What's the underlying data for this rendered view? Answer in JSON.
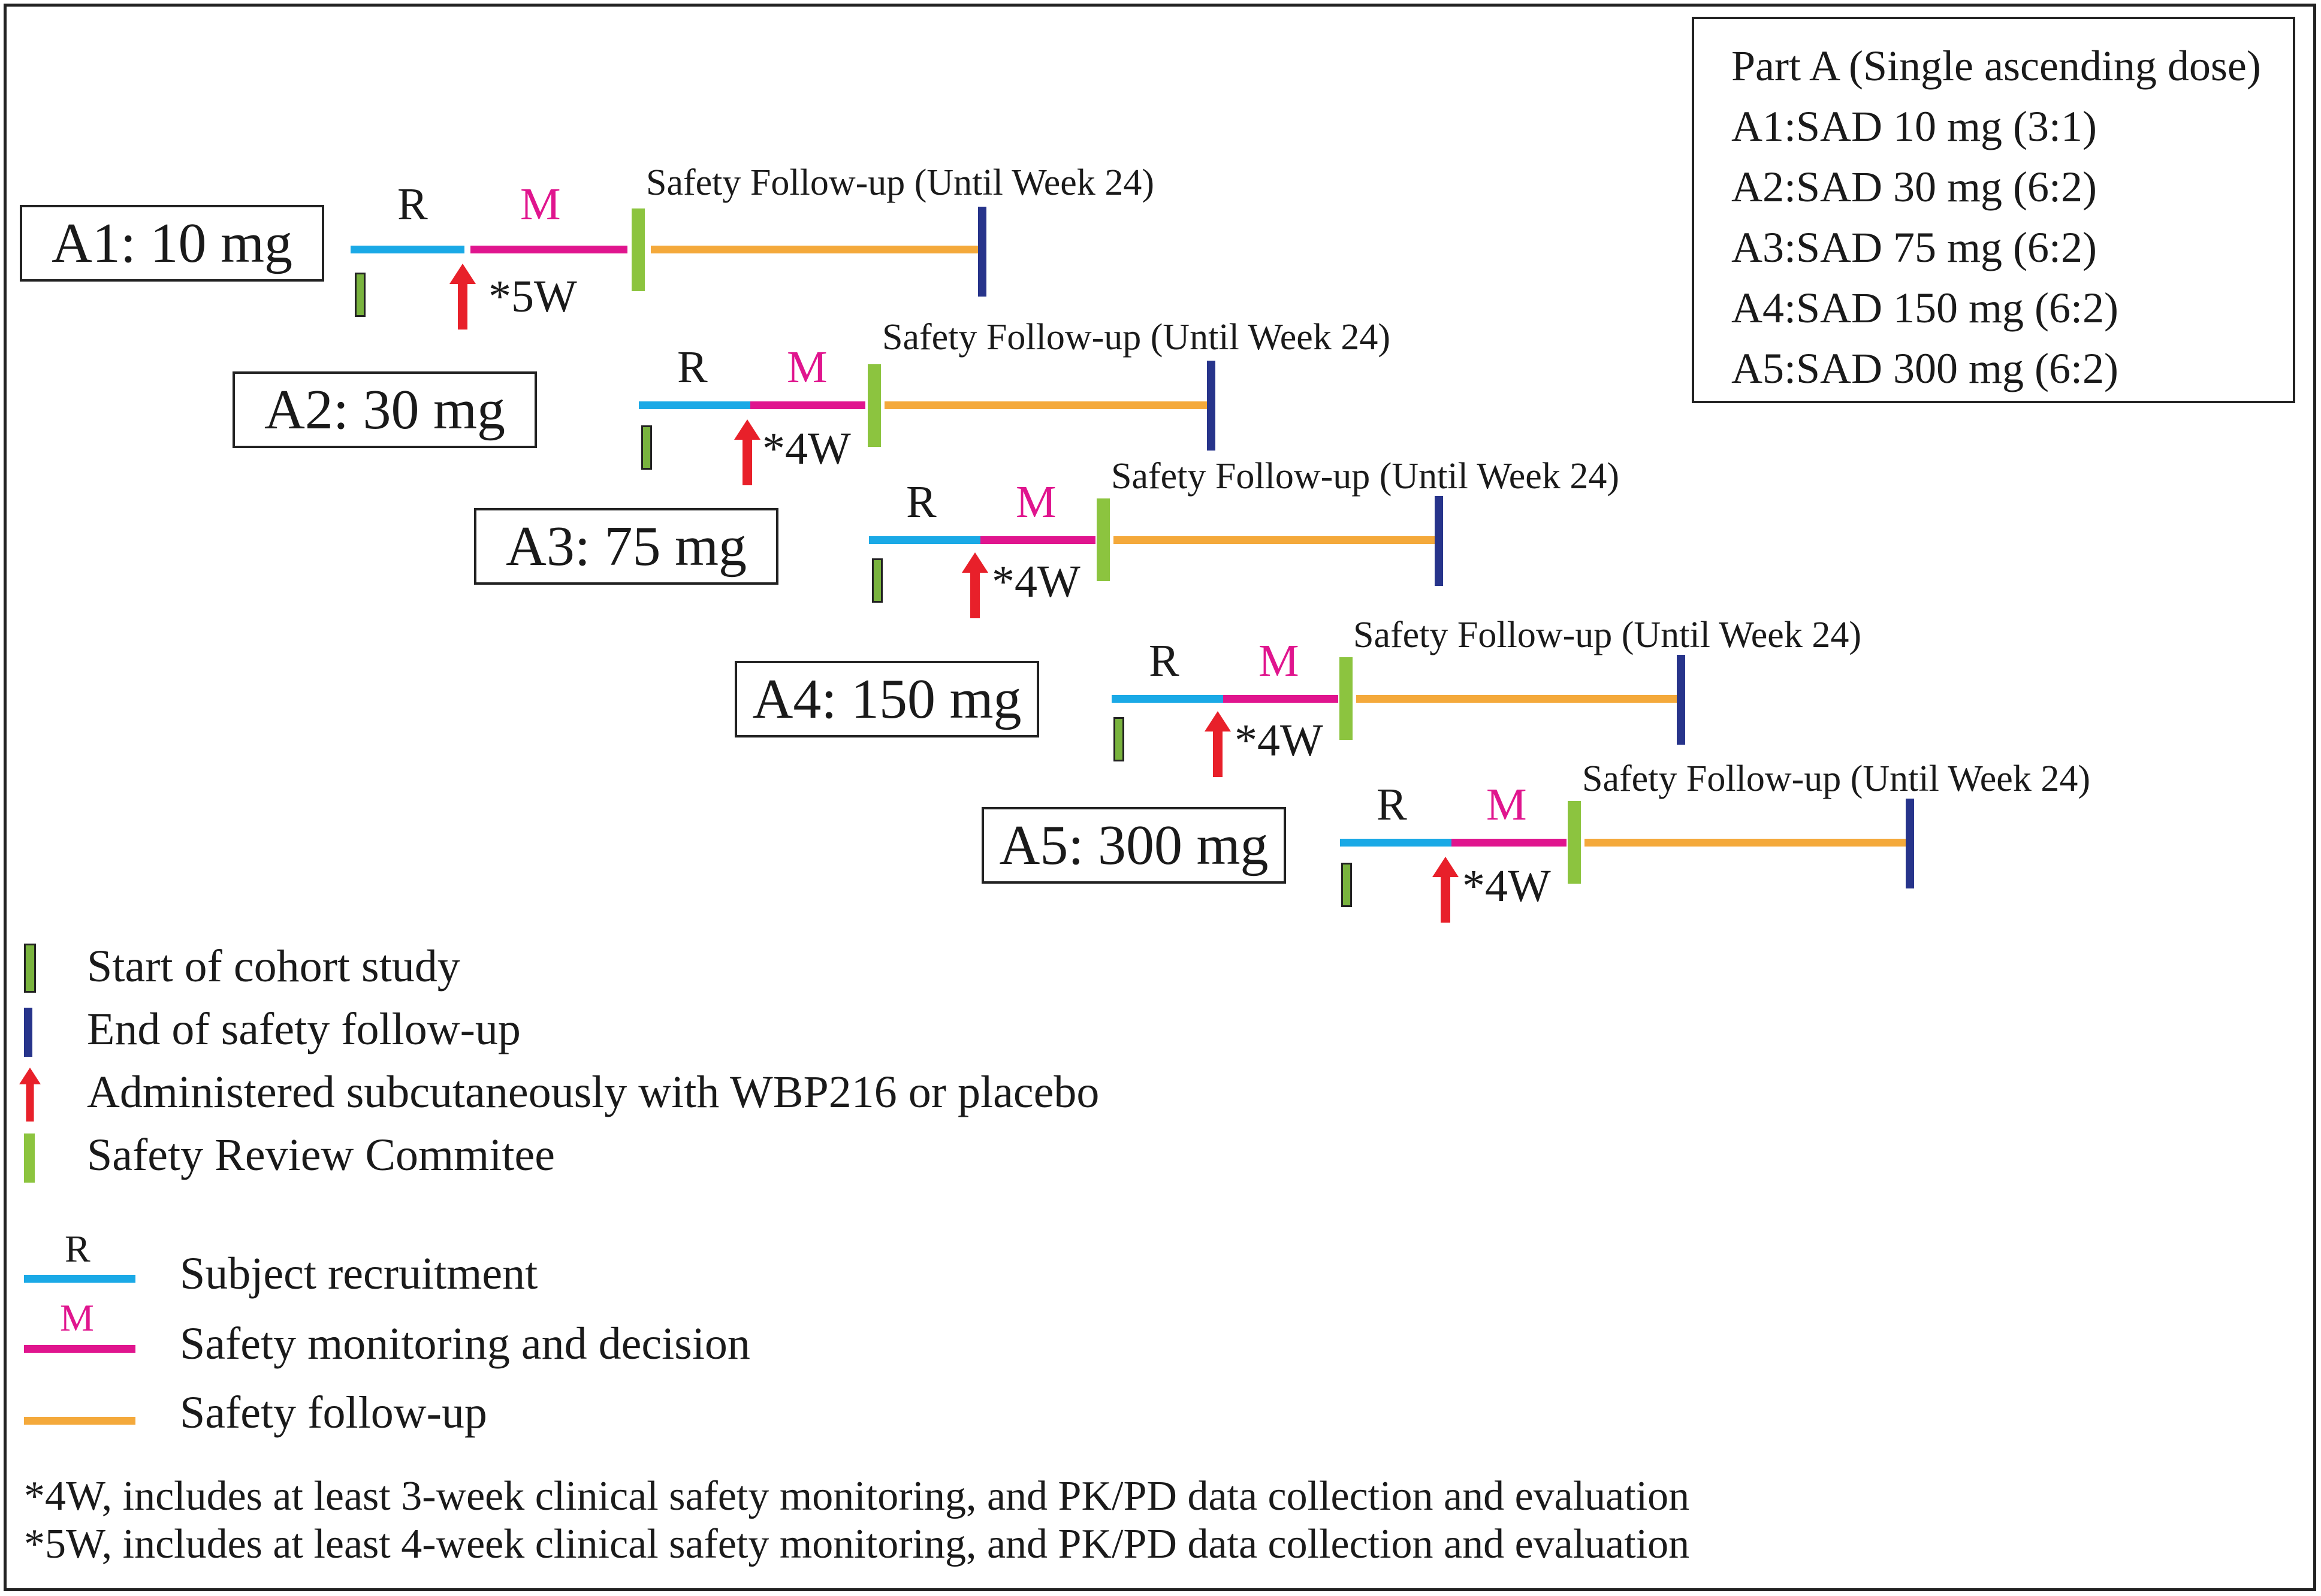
{
  "dose_table": {
    "title": "Part A (Single ascending dose)",
    "rows": [
      "A1:SAD 10 mg (3:1)",
      "A2:SAD 30 mg (6:2)",
      "A3:SAD 75 mg (6:2)",
      "A4:SAD 150 mg (6:2)",
      "A5:SAD 300 mg (6:2)"
    ]
  },
  "cohorts": [
    {
      "label": "A1: 10 mg",
      "r": "R",
      "m": "M",
      "followup": "Safety Follow-up (Until Week 24)",
      "interval": "*5W"
    },
    {
      "label": "A2: 30 mg",
      "r": "R",
      "m": "M",
      "followup": "Safety Follow-up (Until Week 24)",
      "interval": "*4W"
    },
    {
      "label": "A3: 75 mg",
      "r": "R",
      "m": "M",
      "followup": "Safety Follow-up (Until Week 24)",
      "interval": "*4W"
    },
    {
      "label": "A4: 150 mg",
      "r": "R",
      "m": "M",
      "followup": "Safety Follow-up (Until Week 24)",
      "interval": "*4W"
    },
    {
      "label": "A5: 300 mg",
      "r": "R",
      "m": "M",
      "followup": "Safety Follow-up (Until Week 24)",
      "interval": "*4W"
    }
  ],
  "symbol_legend": [
    "Start of cohort study",
    "End of safety follow-up",
    "Administered subcutaneously with WBP216 or placebo",
    "Safety Review Commitee"
  ],
  "line_legend": [
    {
      "letter": "R",
      "text": "Subject recruitment"
    },
    {
      "letter": "M",
      "text": "Safety monitoring and decision"
    },
    {
      "letter": "",
      "text": "Safety follow-up"
    }
  ],
  "footnotes": [
    "*4W, includes at least 3-week clinical safety monitoring, and PK/PD data collection and evaluation",
    "*5W, includes at least 4-week clinical safety monitoring, and PK/PD data collection and evaluation"
  ],
  "colors": {
    "recruitment": "#1aa9e6",
    "monitoring": "#e0158e",
    "followup": "#f4a93b",
    "safety_review": "#8cc43f",
    "end_followup": "#27348b",
    "dosing_arrow": "#e8202a"
  }
}
